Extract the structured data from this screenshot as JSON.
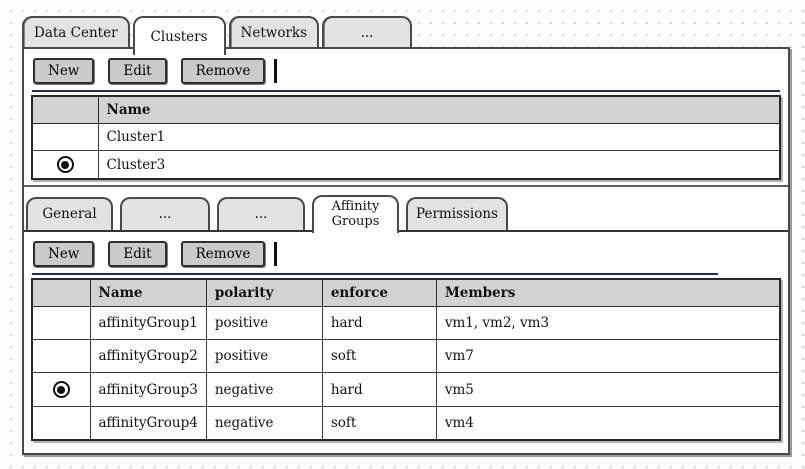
{
  "top_tabs": {
    "items": [
      {
        "label": "Data Center",
        "active": false
      },
      {
        "label": "Clusters",
        "active": true
      },
      {
        "label": "Networks",
        "active": false
      },
      {
        "label": "...",
        "active": false
      }
    ]
  },
  "clusters_section": {
    "toolbar": {
      "buttons": [
        "New",
        "Edit",
        "Remove"
      ]
    },
    "table": {
      "columns": [
        "",
        "Name"
      ],
      "rows": [
        {
          "selected": false,
          "name": "Cluster1"
        },
        {
          "selected": true,
          "name": "Cluster3"
        }
      ]
    }
  },
  "sub_tabs": {
    "items": [
      {
        "label": "General",
        "active": false
      },
      {
        "label": "...",
        "active": false
      },
      {
        "label": "...",
        "active": false
      },
      {
        "label": "Affinity\nGroups",
        "active": true
      },
      {
        "label": "Permissions",
        "active": false
      }
    ]
  },
  "affinity_section": {
    "toolbar": {
      "buttons": [
        "New",
        "Edit",
        "Remove"
      ]
    },
    "table": {
      "columns": [
        "",
        "Name",
        "polarity",
        "enforce",
        "Members"
      ],
      "rows": [
        {
          "selected": false,
          "name": "affinityGroup1",
          "polarity": "positive",
          "enforce": "hard",
          "members": "vm1, vm2, vm3"
        },
        {
          "selected": false,
          "name": "affinityGroup2",
          "polarity": "positive",
          "enforce": "soft",
          "members": "vm7"
        },
        {
          "selected": true,
          "name": "affinityGroup3",
          "polarity": "negative",
          "enforce": "hard",
          "members": "vm5"
        },
        {
          "selected": false,
          "name": "affinityGroup4",
          "polarity": "negative",
          "enforce": "soft",
          "members": "vm4"
        }
      ]
    }
  },
  "colors": {
    "accent_line": "#1e2f57",
    "tab_inactive_bg": "#e3e3e3",
    "tab_active_bg": "#ffffff",
    "button_bg": "#cbcbcb",
    "table_header_bg": "#d2d2d2",
    "border": "#2e2e2e"
  }
}
